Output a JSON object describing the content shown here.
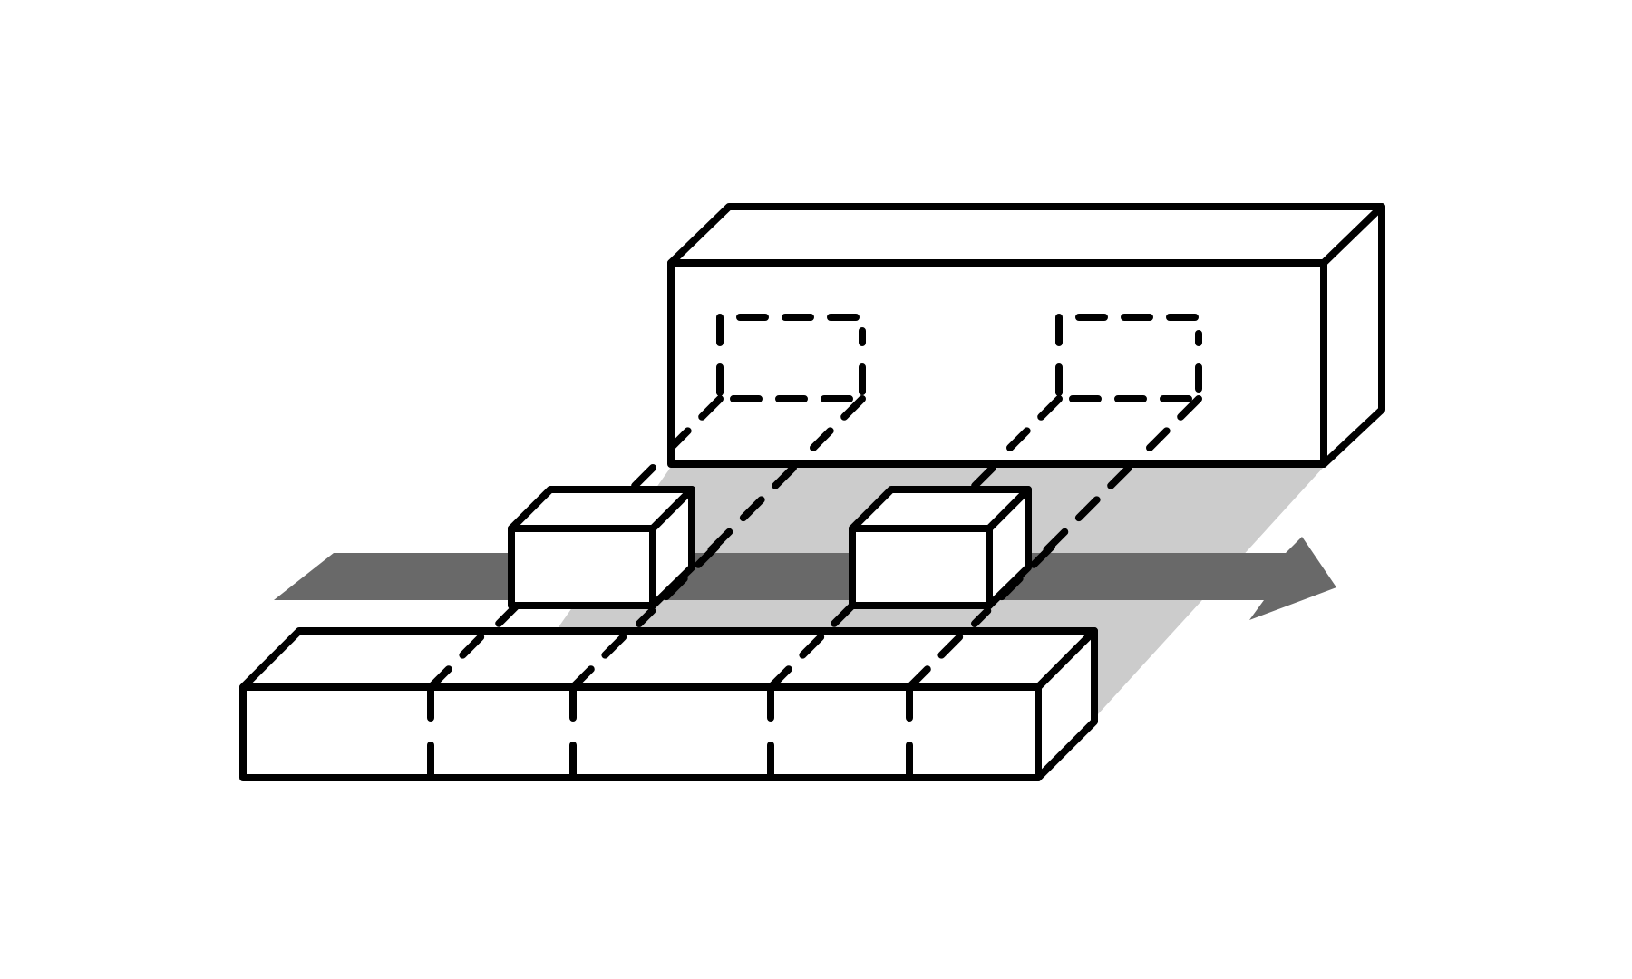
{
  "colors": {
    "background": "#ffffff",
    "outline": "#000000",
    "arrow": "#696969",
    "shadow": "#cccccc",
    "face": "#ffffff"
  },
  "icons": {
    "arrow": "right-arrow",
    "boxes": "isometric-box",
    "projection": "dashed-outline"
  }
}
